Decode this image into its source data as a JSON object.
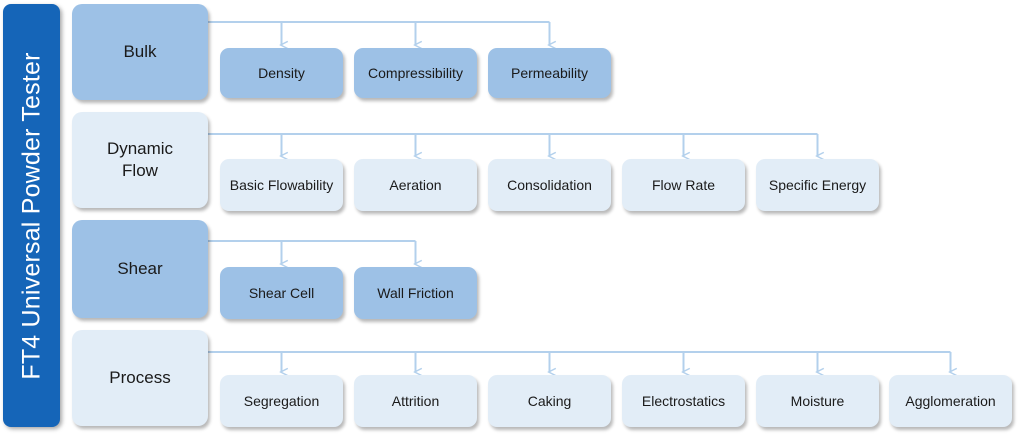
{
  "title": "FT4 Universal Powder Tester",
  "colors": {
    "sidebar": "#1565b8",
    "dark_box": "#9dc1e6",
    "light_box": "#e2edf7",
    "connector": "#b3d0ec"
  },
  "groups": [
    {
      "label": "Bulk",
      "style": "dark",
      "items": [
        "Density",
        "Compressibility",
        "Permeability"
      ]
    },
    {
      "label": "Dynamic Flow",
      "label_lines": [
        "Dynamic",
        "Flow"
      ],
      "style": "light",
      "items": [
        "Basic Flowability",
        "Aeration",
        "Consolidation",
        "Flow Rate",
        "Specific Energy"
      ]
    },
    {
      "label": "Shear",
      "style": "dark",
      "items": [
        "Shear Cell",
        "Wall Friction"
      ]
    },
    {
      "label": "Process",
      "style": "light",
      "items": [
        "Segregation",
        "Attrition",
        "Caking",
        "Electrostatics",
        "Moisture",
        "Agglomeration"
      ]
    }
  ]
}
